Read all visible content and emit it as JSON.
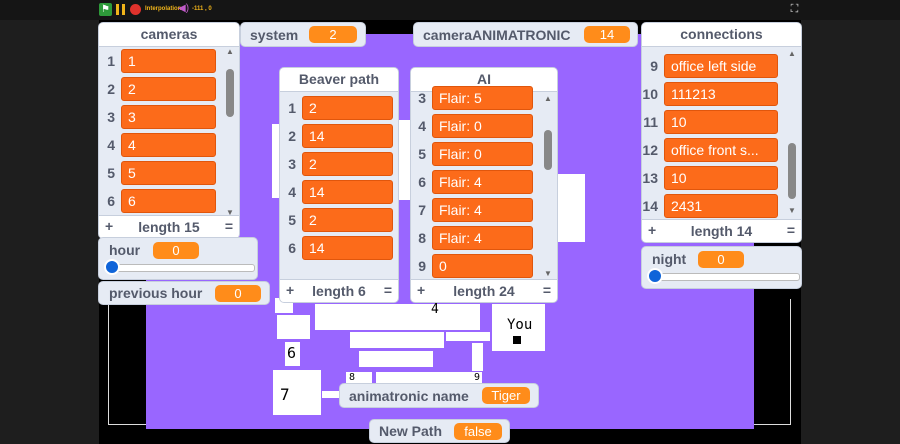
{
  "toolbar": {
    "green_flag": "green-flag-icon",
    "stop": "stop-icon",
    "label": "Interpolation",
    "coords": "-111 , 0",
    "fullscreen": "fullscreen-icon"
  },
  "stage": {
    "texts": {
      "n4": "4",
      "n6": "6",
      "n7": "7",
      "n8": "8",
      "n9": "9",
      "you": "You"
    }
  },
  "monitors": {
    "cameras": {
      "title": "cameras",
      "items": [
        "1",
        "2",
        "3",
        "4",
        "5",
        "6"
      ],
      "indexes": [
        "1",
        "2",
        "3",
        "4",
        "5",
        "6"
      ],
      "length_text": "length 15"
    },
    "system": {
      "label": "system",
      "value": "2"
    },
    "cameraANIMATRONIC": {
      "label": "cameraANIMATRONIC",
      "value": "14"
    },
    "beaver_path": {
      "title": "Beaver path",
      "items": [
        "2",
        "14",
        "2",
        "14",
        "2",
        "14"
      ],
      "indexes": [
        "1",
        "2",
        "3",
        "4",
        "5",
        "6"
      ],
      "length_text": "length 6"
    },
    "ai": {
      "title": "AI",
      "items": [
        "Flair: 5",
        "Flair: 0",
        "Flair: 0",
        "Flair: 4",
        "Flair: 4",
        "Flair: 4",
        "0"
      ],
      "indexes": [
        "3",
        "4",
        "5",
        "6",
        "7",
        "8",
        "9"
      ],
      "length_text": "length 24"
    },
    "connections": {
      "title": "connections",
      "items": [
        "office left side",
        "111213",
        "10",
        "office front s...",
        "10",
        "2431"
      ],
      "indexes": [
        "9",
        "10",
        "11",
        "12",
        "13",
        "14"
      ],
      "length_text": "length 14"
    },
    "hour": {
      "label": "hour",
      "value": "0",
      "slider_level": 0
    },
    "previous_hour": {
      "label": "previous hour",
      "value": "0"
    },
    "night": {
      "label": "night",
      "value": "0",
      "slider_level": 0
    },
    "animatronic_name": {
      "label": "animatronic name",
      "value": "Tiger"
    },
    "new_path": {
      "label": "New Path",
      "value": "false"
    }
  },
  "list_footer": {
    "plus": "+",
    "equals": "="
  }
}
